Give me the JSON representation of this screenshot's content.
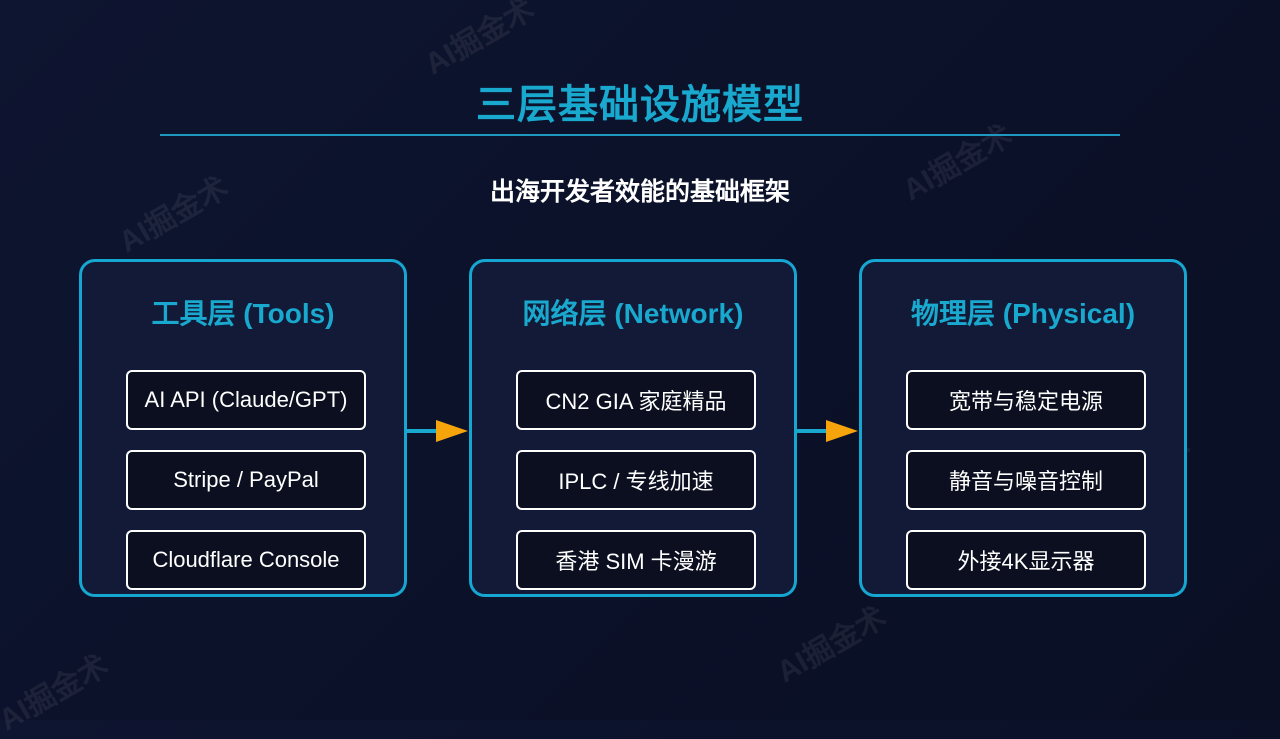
{
  "title": "三层基础设施模型",
  "subtitle": "出海开发者效能的基础框架",
  "watermark": "AI掘金术",
  "layers": [
    {
      "title": "工具层 (Tools)",
      "items": [
        "AI API (Claude/GPT)",
        "Stripe / PayPal",
        "Cloudflare Console"
      ]
    },
    {
      "title": "网络层 (Network)",
      "items": [
        "CN2 GIA 家庭精品",
        "IPLC / 专线加速",
        "香港 SIM 卡漫游"
      ]
    },
    {
      "title": "物理层 (Physical)",
      "items": [
        "宽带与稳定电源",
        "静音与噪音控制",
        "外接4K显示器"
      ]
    }
  ],
  "colors": {
    "accent": "#19a9cf",
    "arrow": "#f5a40c",
    "background": "#0d1430"
  }
}
